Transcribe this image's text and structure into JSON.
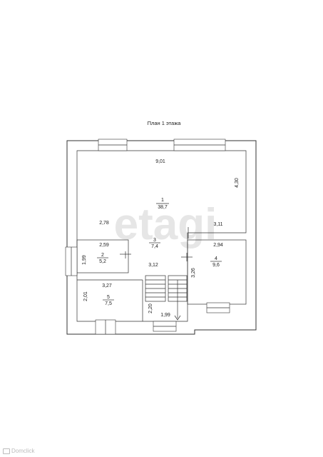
{
  "title": "План 1 этажа",
  "watermark": "etagi",
  "rooms": [
    {
      "id": "1",
      "area": "38,7"
    },
    {
      "id": "2",
      "area": "5,2"
    },
    {
      "id": "3",
      "area": "7,4"
    },
    {
      "id": "4",
      "area": "9,6"
    },
    {
      "id": "5",
      "area": "7,5"
    }
  ],
  "dimensions": [
    "9,01",
    "4,30",
    "2,78",
    "3,11",
    "2,59",
    "1,99",
    "3,12",
    "2,94",
    "3,26",
    "3,27",
    "2,01",
    "2,20",
    "1,99"
  ],
  "source_badge": "Domclick"
}
